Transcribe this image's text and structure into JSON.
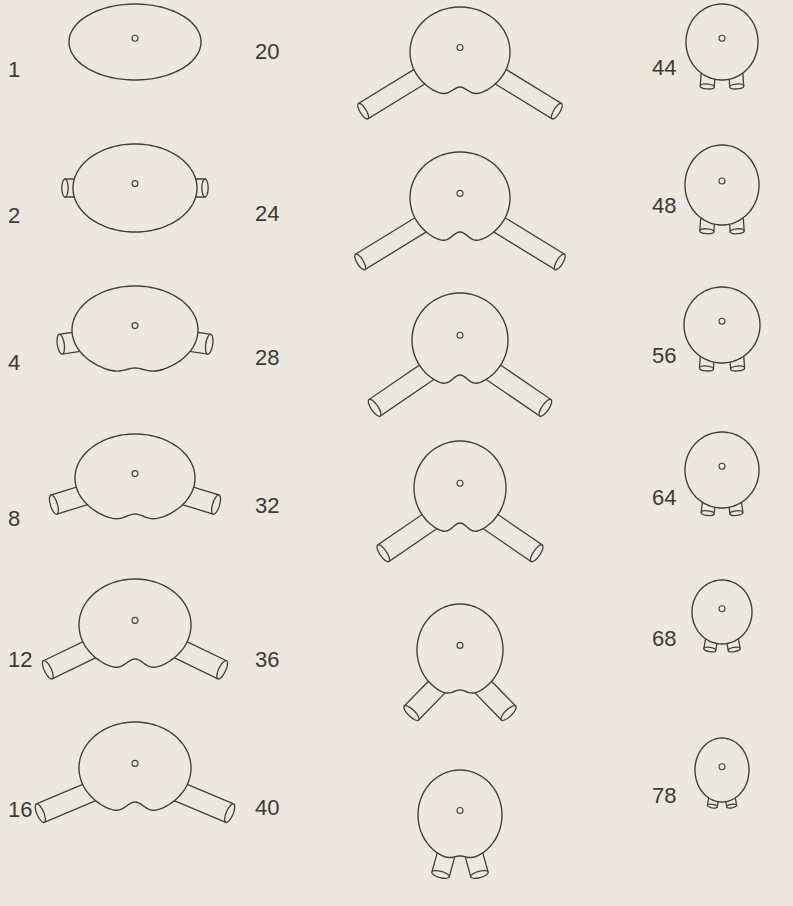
{
  "diagram": {
    "labels": [
      "1",
      "2",
      "4",
      "8",
      "12",
      "16",
      "20",
      "24",
      "28",
      "32",
      "36",
      "40",
      "44",
      "48",
      "56",
      "64",
      "68",
      "78"
    ]
  }
}
